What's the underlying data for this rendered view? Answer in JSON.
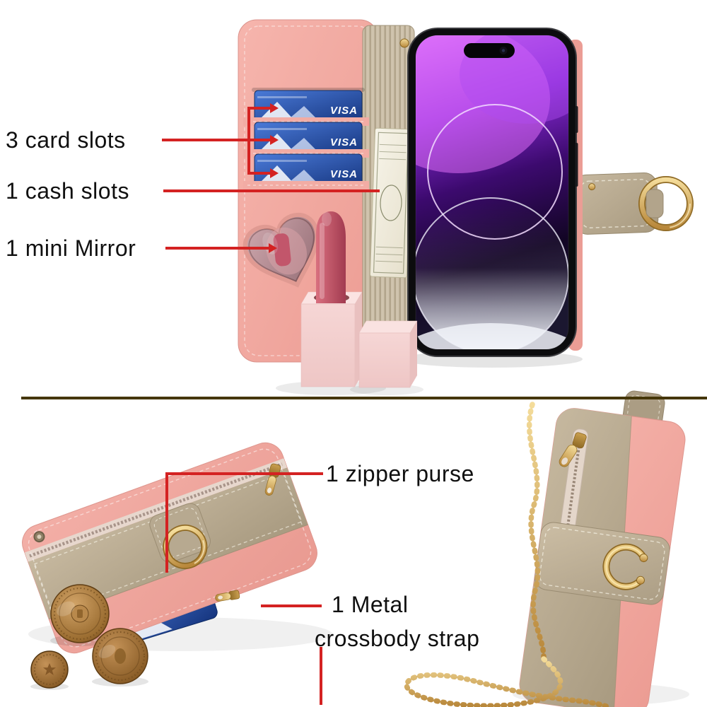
{
  "page": {
    "background": "#ffffff",
    "divider_color": "#453608"
  },
  "callouts": {
    "line_color": "#d42222",
    "text_color": "#101010",
    "card_slots": "3 card slots",
    "cash_slots": "1 cash slots",
    "mini_mirror": "1 mini Mirror",
    "zipper_purse": "1 zipper purse",
    "metal_strap_line1": "1 Metal",
    "metal_strap_line2": "crossbody strap"
  },
  "product": {
    "case_color_pink": "#f2aba3",
    "case_color_khaki": "#b7a98f",
    "hardware_gold": "#d7b06a",
    "card_brand": "VISA"
  }
}
